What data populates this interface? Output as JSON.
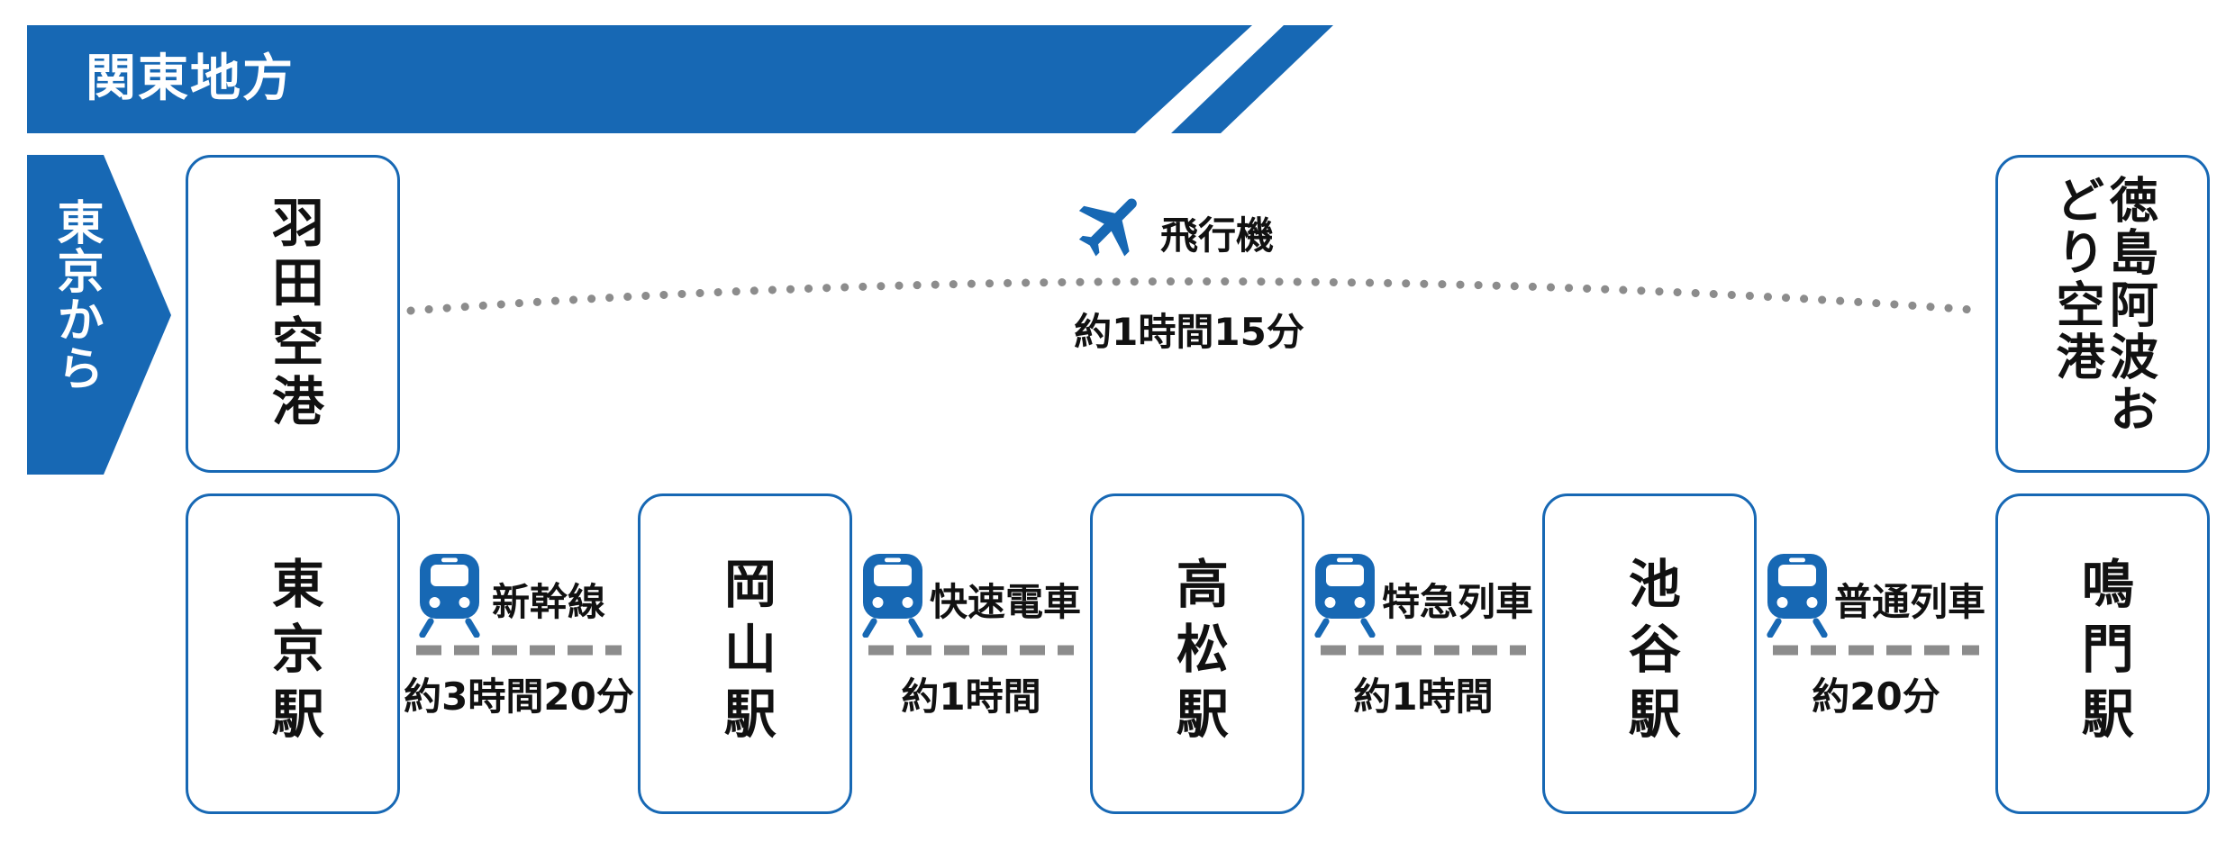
{
  "header": {
    "title": "関東地方",
    "color": "#1768b4"
  },
  "origin_tag": {
    "label": "東京から",
    "color": "#1768b4"
  },
  "flight": {
    "from": "羽田空港",
    "to": "徳島阿波おどり空港",
    "mode": "飛行機",
    "duration": "約1時間15分",
    "icon": "airplane-icon"
  },
  "rail": {
    "stations": [
      "東京駅",
      "岡山駅",
      "高松駅",
      "池谷駅",
      "鳴門駅"
    ],
    "segments": [
      {
        "mode": "新幹線",
        "duration": "約3時間20分",
        "icon": "train-icon"
      },
      {
        "mode": "快速電車",
        "duration": "約1時間",
        "icon": "train-icon"
      },
      {
        "mode": "特急列車",
        "duration": "約1時間",
        "icon": "train-icon"
      },
      {
        "mode": "普通列車",
        "duration": "約20分",
        "icon": "train-icon"
      }
    ]
  },
  "colors": {
    "accent": "#1768b4",
    "dots": "#8c8c8c",
    "dash": "#8c8c8c"
  }
}
